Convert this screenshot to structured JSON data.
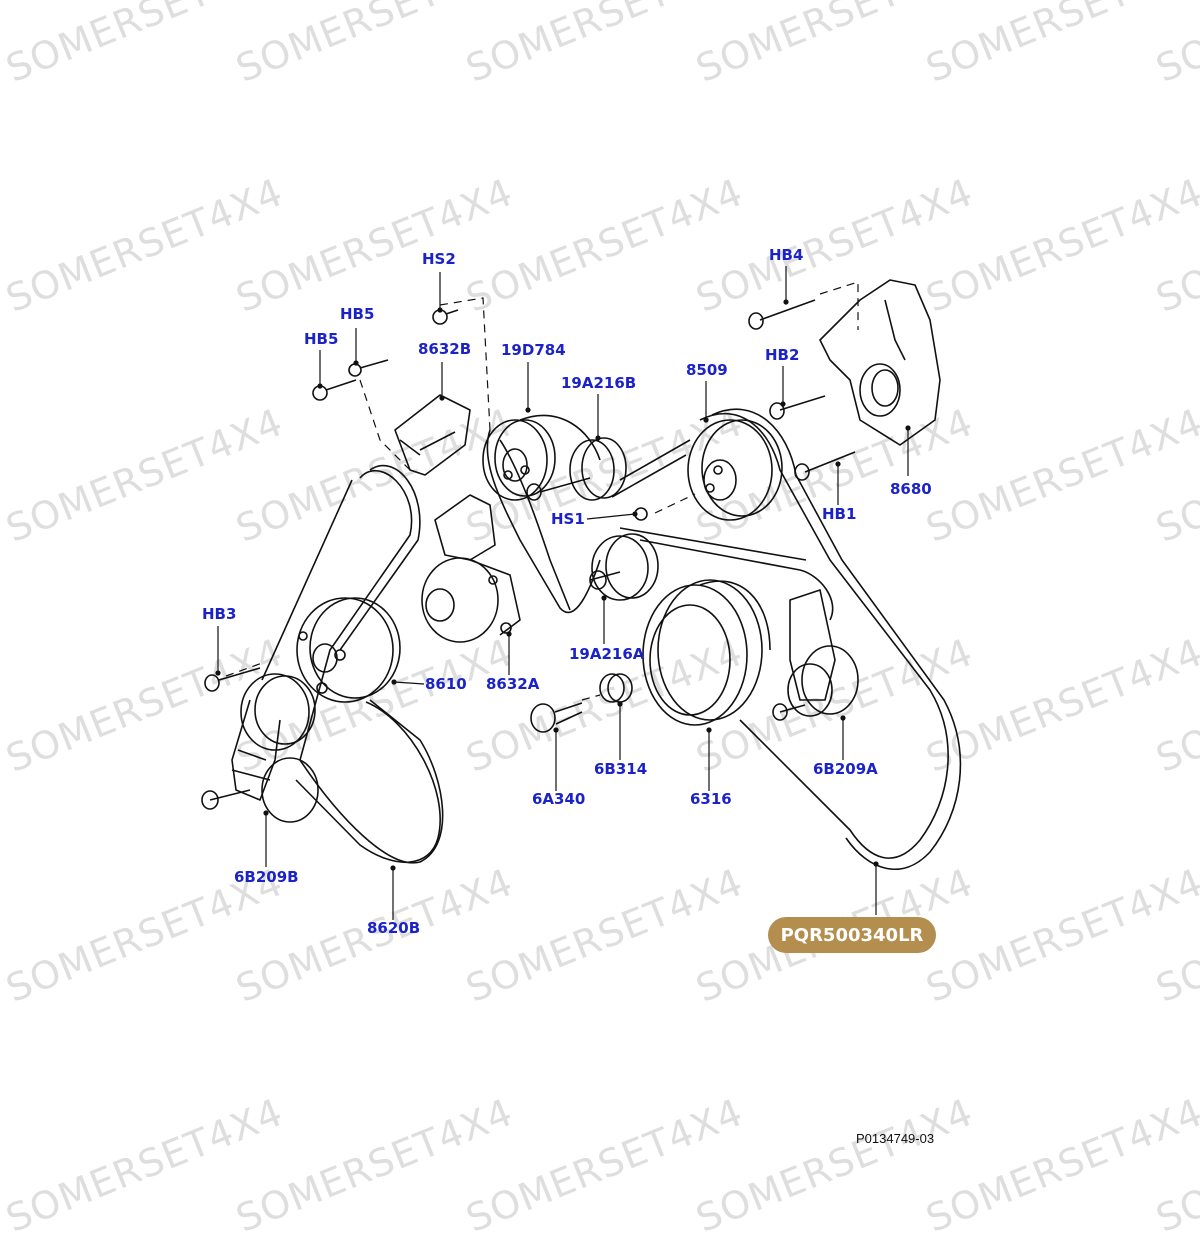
{
  "watermark": "SOMERSET4X4",
  "part_labels": [
    {
      "id": "hs2",
      "text": "HS2"
    },
    {
      "id": "hb5a",
      "text": "HB5"
    },
    {
      "id": "hb5b",
      "text": "HB5"
    },
    {
      "id": "8632b",
      "text": "8632B"
    },
    {
      "id": "19d784",
      "text": "19D784"
    },
    {
      "id": "19a216b",
      "text": "19A216B"
    },
    {
      "id": "8509",
      "text": "8509"
    },
    {
      "id": "hb4",
      "text": "HB4"
    },
    {
      "id": "hb2",
      "text": "HB2"
    },
    {
      "id": "8680",
      "text": "8680"
    },
    {
      "id": "hb1",
      "text": "HB1"
    },
    {
      "id": "hs1",
      "text": "HS1"
    },
    {
      "id": "hb3",
      "text": "HB3"
    },
    {
      "id": "8610",
      "text": "8610"
    },
    {
      "id": "8632a",
      "text": "8632A"
    },
    {
      "id": "19a216a",
      "text": "19A216A"
    },
    {
      "id": "6b314",
      "text": "6B314"
    },
    {
      "id": "6b209a",
      "text": "6B209A"
    },
    {
      "id": "6a340",
      "text": "6A340"
    },
    {
      "id": "6316",
      "text": "6316"
    },
    {
      "id": "6b209b",
      "text": "6B209B"
    },
    {
      "id": "8620b",
      "text": "8620B"
    }
  ],
  "badge": "PQR500340LR",
  "figure_id": "P0134749-03",
  "colors": {
    "label": "#1a22c8",
    "badge": "#b48e4e",
    "line": "#111111"
  }
}
